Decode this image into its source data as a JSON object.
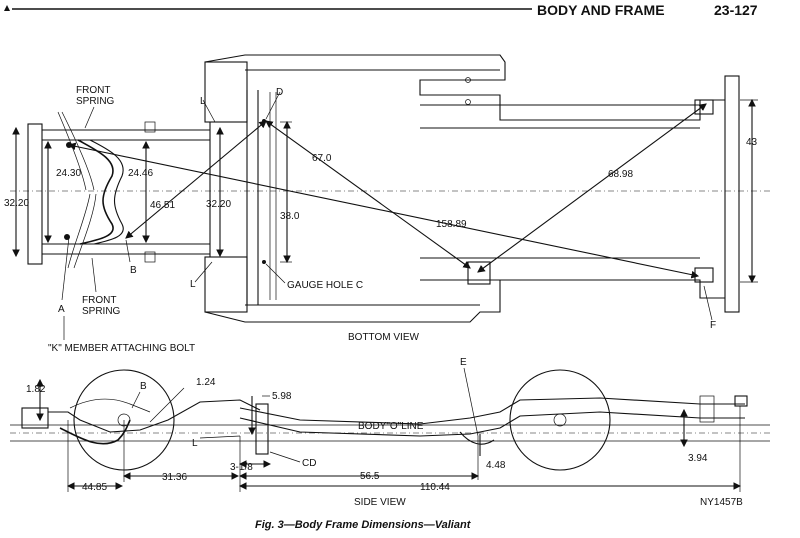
{
  "header": {
    "section": "BODY AND FRAME",
    "page": "23-127"
  },
  "bottom_view": {
    "title": "BOTTOM VIEW",
    "dims": {
      "w1": "32.20",
      "w2": "24.30",
      "w3": "24.46",
      "d1": "46.51",
      "w4": "32.20",
      "w5": "38.0",
      "d2": "67.0",
      "d3": "158.89",
      "d4": "68.98",
      "w6": "43"
    },
    "labels": {
      "front_spring_top": [
        "FRONT",
        "SPRING"
      ],
      "front_spring_bottom": [
        "FRONT",
        "SPRING"
      ],
      "a": "A",
      "b": "B",
      "l": "L",
      "d": "D",
      "gauge_hole_c": "GAUGE HOLE C",
      "f": "F",
      "k_member_bolt": "\"K\" MEMBER ATTACHING BOLT"
    }
  },
  "side_view": {
    "title": "SIDE VIEW",
    "dims": {
      "h1": "1.82",
      "h2": "1.24",
      "h3": "5.98",
      "h4": "4.48",
      "h5": "3.94",
      "l1": "3-1/8",
      "l2": "44.85",
      "l3": "31.36",
      "l4": "56.5",
      "l5": "110.44"
    },
    "labels": {
      "b": "B",
      "l": "L",
      "body_o_line": "BODY\"O\"LINE",
      "e": "E",
      "cd": "CD"
    }
  },
  "figure": {
    "code": "NY1457B",
    "caption": "Fig. 3—Body Frame Dimensions—Valiant"
  }
}
